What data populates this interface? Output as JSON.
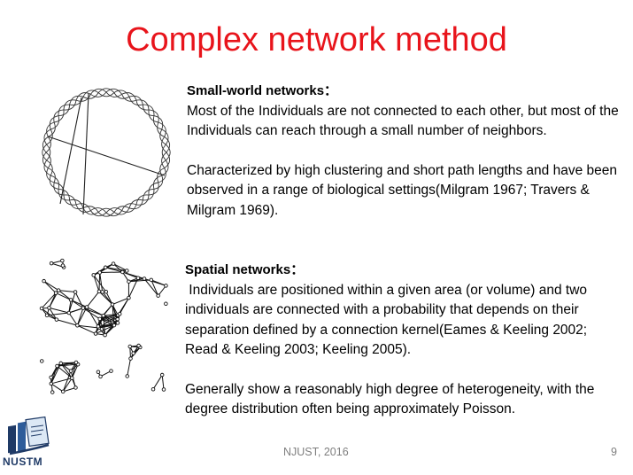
{
  "slide": {
    "title": "Complex network method",
    "sections": [
      {
        "heading": "Small-world networks：",
        "para1": "Most of the Individuals are not connected to each other, but most of the Individuals can reach through a small number of neighbors.",
        "para2": "Characterized by high clustering and short path lengths and have been observed in a range of biological settings(Milgram 1967; Travers & Milgram 1969)."
      },
      {
        "heading": "Spatial networks：",
        "para1": " Individuals are positioned within a given area (or volume) and two individuals are connected with a probability that depends on their separation defined by a connection kernel(Eames & Keeling 2002; Read & Keeling 2003; Keeling 2005).",
        "para2": "Generally show a reasonably high degree of heterogeneity, with the degree distribution often being approximately Poisson."
      }
    ],
    "footer": {
      "center": "NJUST, 2016",
      "page": "9"
    },
    "logo_text": "NUSTM",
    "colors": {
      "title": "#e8141b",
      "footer": "#7f7f7f",
      "logo": "#1f3a66"
    }
  }
}
